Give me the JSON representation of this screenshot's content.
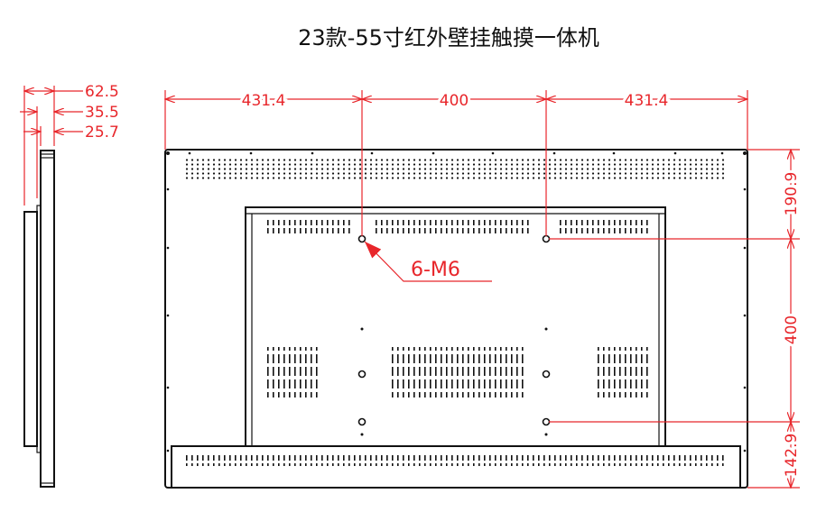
{
  "title": "23款-55寸红外壁挂触摸一体机",
  "side_view": {
    "depth_total": "62.5",
    "depth_mid": "35.5",
    "depth_front": "25.7"
  },
  "top_dims": {
    "left": "431.4",
    "center": "400",
    "right": "431.4"
  },
  "right_dims": {
    "top": "190.9",
    "middle": "400",
    "bottom": "142.9"
  },
  "mount_label": "6-M6",
  "colors": {
    "dimension": "#e8262b",
    "outline": "#111111"
  }
}
